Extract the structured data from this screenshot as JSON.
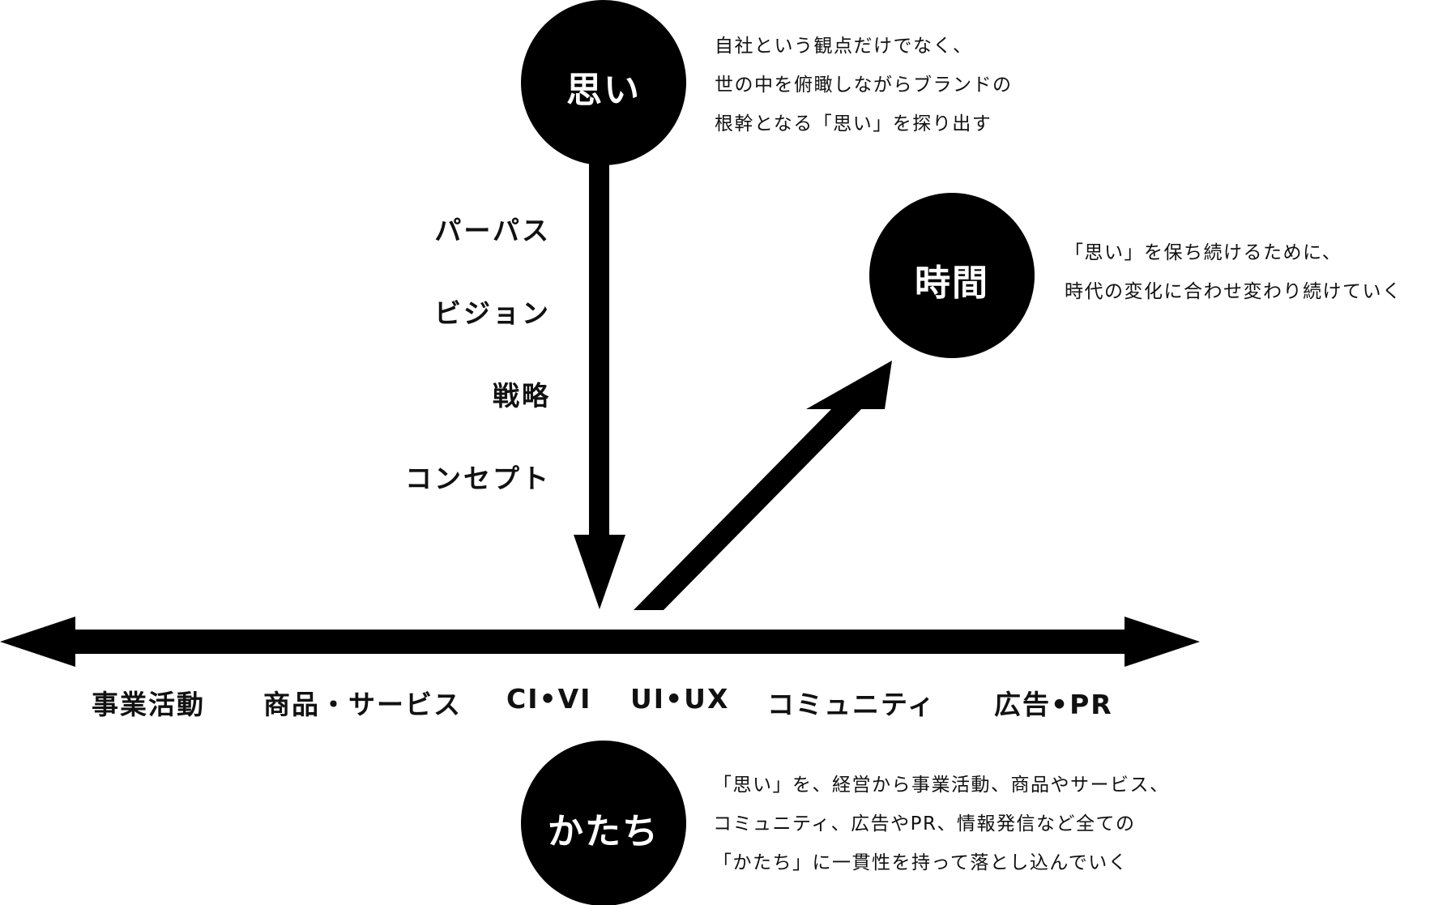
{
  "nodes": {
    "omoi": {
      "label": "思い",
      "description": [
        "自社という観点だけでなく、",
        "世の中を俯瞰しながらブランドの",
        "根幹となる「思い」を探り出す"
      ]
    },
    "jikan": {
      "label": "時間",
      "description": [
        "「思い」を保ち続けるために、",
        "時代の変化に合わせ変わり続けていく"
      ]
    },
    "katachi": {
      "label": "かたち",
      "description": [
        "「思い」を、経営から事業活動、商品やサービス、",
        "コミュニティ、広告やPR、情報発信など全ての",
        "「かたち」に一貫性を持って落とし込んでいく"
      ]
    }
  },
  "vertical_stages": [
    "パーパス",
    "ビジョン",
    "戦略",
    "コンセプト"
  ],
  "horizontal_axis": [
    "事業活動",
    "商品・サービス",
    "CI•VI",
    "UI•UX",
    "コミュニティ",
    "広告•PR"
  ],
  "colors": {
    "ink": "#000000",
    "text": "#111111",
    "circle_text": "#ffffff",
    "background": "#ffffff"
  }
}
